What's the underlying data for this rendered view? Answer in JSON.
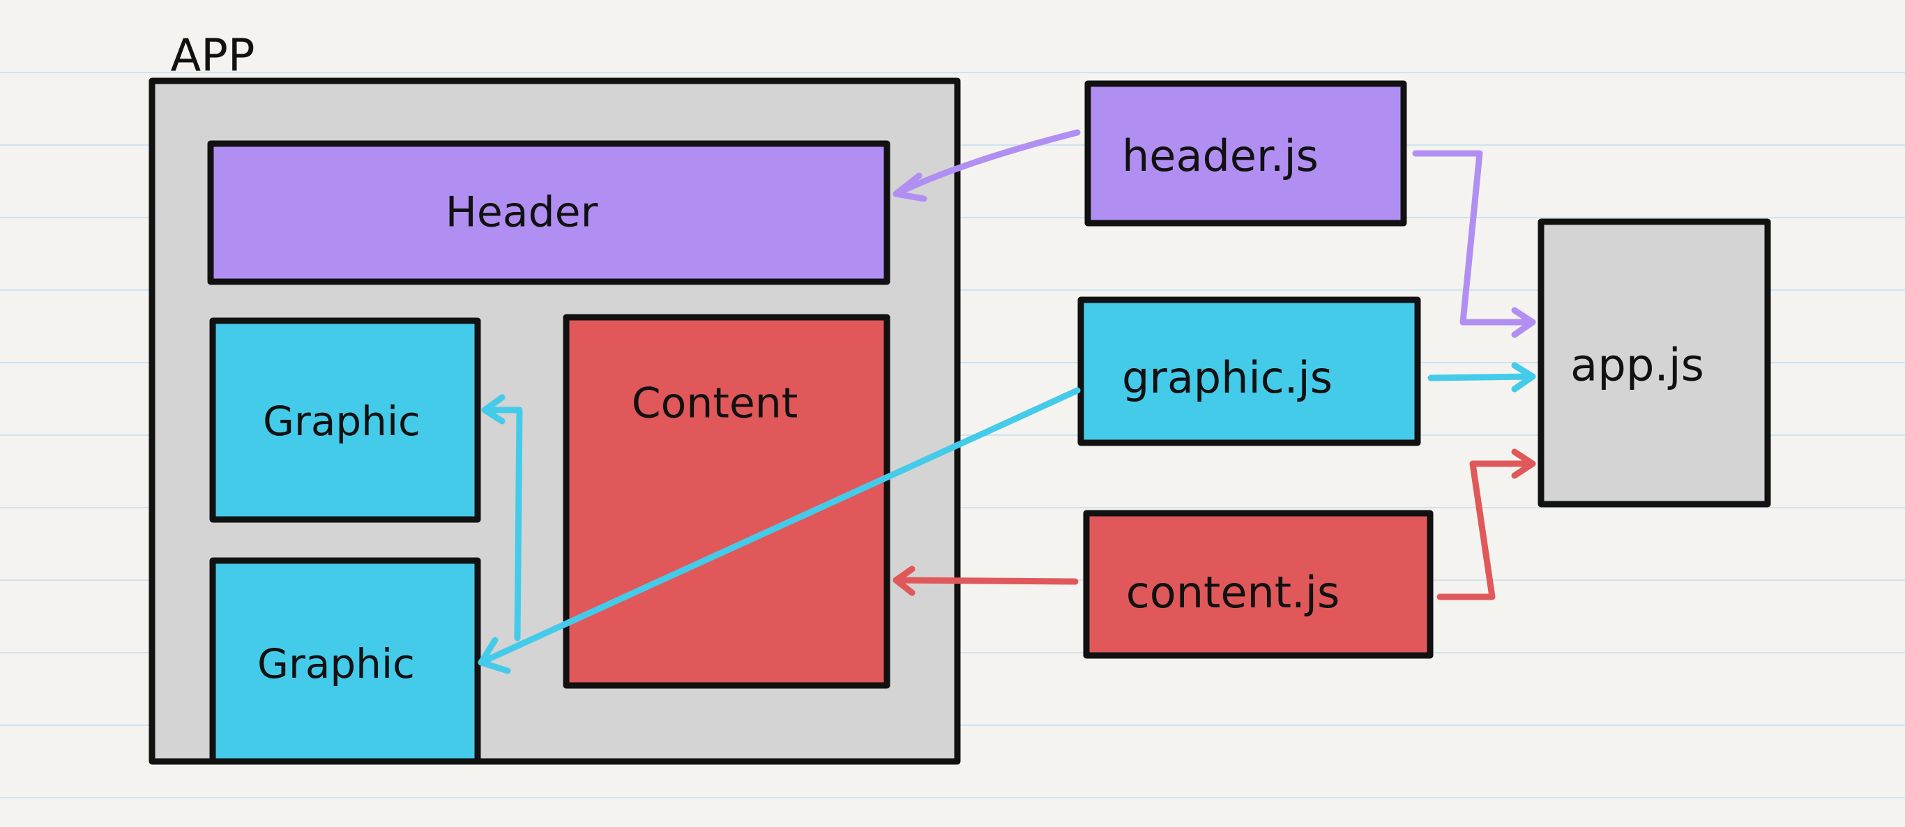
{
  "colors": {
    "paper": "#f4f3ef",
    "rule_line": "#cfe3ef",
    "outline": "#111111",
    "app_fill": "#d4d4d4",
    "header": "#b18ff2",
    "graphic": "#45cbea",
    "content": "#e0585a"
  },
  "app": {
    "title": "APP"
  },
  "components": {
    "header": "Header",
    "graphic_top": "Graphic",
    "graphic_bottom": "Graphic",
    "content": "Content"
  },
  "files": {
    "header_js": "header.js",
    "graphic_js": "graphic.js",
    "content_js": "content.js",
    "app_js": "app.js"
  },
  "connections": [
    {
      "from": "header.js",
      "to": "Header"
    },
    {
      "from": "graphic.js",
      "to": "Graphic"
    },
    {
      "from": "content.js",
      "to": "Content"
    },
    {
      "from": "header.js",
      "to": "app.js"
    },
    {
      "from": "graphic.js",
      "to": "app.js"
    },
    {
      "from": "content.js",
      "to": "app.js"
    }
  ]
}
